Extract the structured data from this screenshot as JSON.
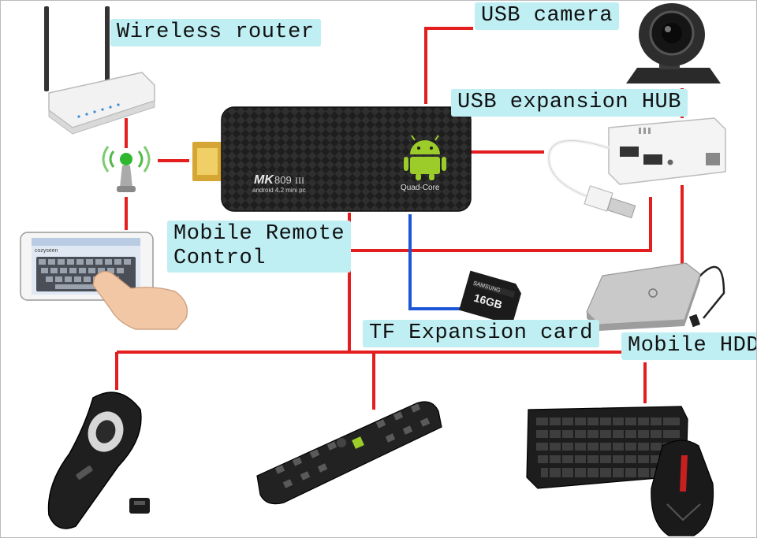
{
  "labels": {
    "wireless_router": "Wireless router",
    "usb_camera": "USB camera",
    "usb_hub": "USB expansion HUB",
    "mobile_remote": "Mobile Remote\nControl",
    "tf_card": "TF Expansion card",
    "mobile_hdd": "Mobile HDD"
  },
  "device": {
    "brand": "MK",
    "model": "809",
    "model_suffix": "III",
    "os_text": "android 4.2 mini pc",
    "core_text": "Quad-Core"
  },
  "tf_card_text": {
    "brand": "SAMSUNG",
    "capacity": "16GB"
  },
  "tablet_text": "cozyseen",
  "colors": {
    "link": "#e41e1e",
    "sd_link": "#1c56d6",
    "label_bg": "#bfeef3",
    "android": "#9ccc2a"
  }
}
